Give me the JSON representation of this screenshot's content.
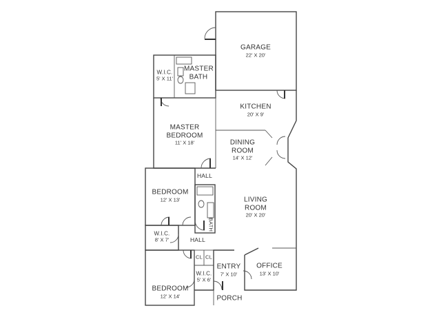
{
  "rooms": {
    "garage": {
      "name": "GARAGE",
      "size": "22' X 20'"
    },
    "master_bath": {
      "name": "MASTER BATH"
    },
    "wic_master": {
      "name": "W.I.C.",
      "size": "5' X 11'"
    },
    "kitchen": {
      "name": "KITCHEN",
      "size": "20' X 9'"
    },
    "master_bedroom": {
      "name": "MASTER BEDROOM",
      "size": "11' X 18'"
    },
    "dining_room": {
      "name": "DINING ROOM",
      "size": "14' X 12'"
    },
    "hall_upper": {
      "name": "HALL"
    },
    "bedroom_1": {
      "name": "BEDROOM",
      "size": "12' X 13'"
    },
    "living_room": {
      "name": "LIVING ROOM",
      "size": "20' X 20'"
    },
    "bath": {
      "name": "BATH"
    },
    "wic_bed1": {
      "name": "W.I.C.",
      "size": "8' X 7'"
    },
    "hall_lower": {
      "name": "HALL"
    },
    "closet_a": {
      "name": "CL"
    },
    "closet_b": {
      "name": "CL"
    },
    "wic_bed2": {
      "name": "W.I.C.",
      "size": "5' X 6'"
    },
    "entry": {
      "name": "ENTRY",
      "size": "7' X 10'"
    },
    "office": {
      "name": "OFFICE",
      "size": "13' X 10'"
    },
    "bedroom_2": {
      "name": "BEDROOM",
      "size": "12' X 14'"
    },
    "porch": {
      "name": "PORCH"
    }
  },
  "colors": {
    "wall": "#444444",
    "text": "#333333",
    "door": "#333333"
  }
}
